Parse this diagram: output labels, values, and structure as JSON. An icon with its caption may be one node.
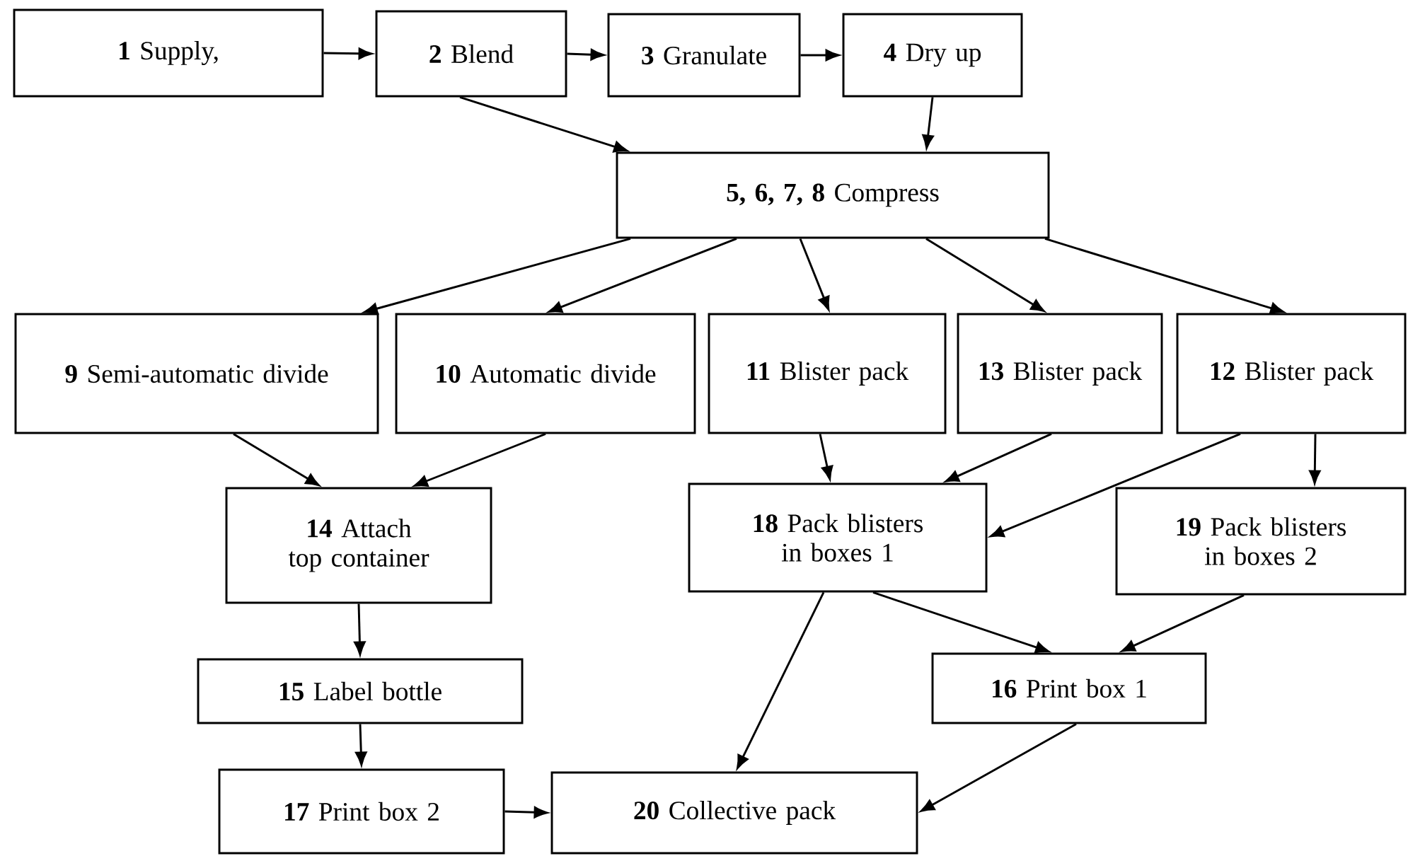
{
  "diagram": {
    "nodes": [
      {
        "text": [
          "**1** Supply,"
        ]
      },
      {
        "text": [
          "**2** Blend"
        ]
      },
      {
        "text": [
          "**3** Granulate"
        ]
      },
      {
        "text": [
          "**4** Dry up"
        ]
      },
      {
        "text": [
          "**5, 6, 7, 8** Compress"
        ]
      },
      {
        "text": [
          "**9** Semi-automatic divide"
        ]
      },
      {
        "text": [
          "**10**  Automatic divide"
        ]
      },
      {
        "text": [
          "**11** Blister pack"
        ]
      },
      {
        "text": [
          "**13** Blister pack"
        ]
      },
      {
        "text": [
          "**12** Blister pack"
        ]
      },
      {
        "text": [
          "**14** Attach top container"
        ]
      },
      {
        "text": [
          "**18** Pack blisters in boxes 1"
        ]
      },
      {
        "text": [
          "**19** Pack blisters in boxes 2"
        ]
      },
      {
        "text": [
          "**15** Label bottle"
        ]
      },
      {
        "text": [
          "**16** Print box 1"
        ]
      },
      {
        "text": [
          "**17** Print box 2"
        ]
      },
      {
        "text": [
          "**20** Collective pack"
        ]
      }
    ],
    "edges": [
      {
        "from": 0,
        "to": 1,
        "arrow": "to"
      },
      {
        "from": 1,
        "to": 2,
        "arrow": "to"
      },
      {
        "from": 2,
        "to": 3,
        "arrow": "to"
      },
      {
        "from": 1,
        "to": 4,
        "arrow": "to"
      },
      {
        "from": 3,
        "to": 4,
        "arrow": "to"
      },
      {
        "from": 4,
        "to": 5,
        "arrow": "to"
      },
      {
        "from": 4,
        "to": 6,
        "arrow": "to"
      },
      {
        "from": 4,
        "to": 7,
        "arrow": "to"
      },
      {
        "from": 4,
        "to": 8,
        "arrow": "to"
      },
      {
        "from": 4,
        "to": 9,
        "arrow": "to"
      },
      {
        "from": 5,
        "to": 10,
        "arrow": "to"
      },
      {
        "from": 6,
        "to": 10,
        "arrow": "to"
      },
      {
        "from": 7,
        "to": 11,
        "arrow": "to"
      },
      {
        "from": 8,
        "to": 11,
        "arrow": "to"
      },
      {
        "from": 9,
        "to": 11,
        "arrow": "to"
      },
      {
        "from": 9,
        "to": 12,
        "arrow": "to"
      },
      {
        "from": 10,
        "to": 13,
        "arrow": "to"
      },
      {
        "from": 11,
        "to": 16,
        "arrow": "to"
      },
      {
        "from": 11,
        "to": 14,
        "arrow": "to"
      },
      {
        "from": 12,
        "to": 14,
        "arrow": "to"
      },
      {
        "from": 13,
        "to": 15,
        "arrow": "to"
      },
      {
        "from": 15,
        "to": 16,
        "arrow": "to"
      },
      {
        "from": 14,
        "to": 16,
        "arrow": "to"
      }
    ]
  }
}
